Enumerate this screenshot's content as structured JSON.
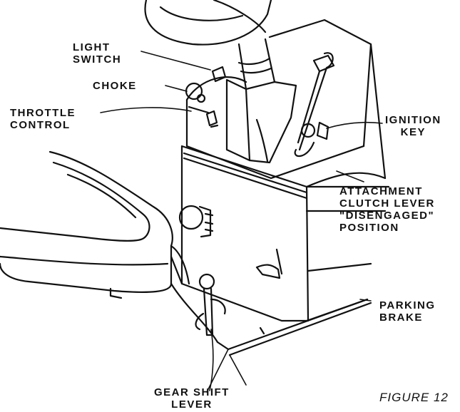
{
  "labels": {
    "light_switch": [
      "LIGHT",
      "SWITCH"
    ],
    "choke": [
      "CHOKE"
    ],
    "throttle_control": [
      "THROTTLE",
      "CONTROL"
    ],
    "ignition_key": [
      "IGNITION",
      "KEY"
    ],
    "attachment_clutch_lever": [
      "ATTACHMENT",
      "CLUTCH LEVER",
      "\"DISENGAGED\"",
      "POSITION"
    ],
    "parking_brake": [
      "PARKING",
      "BRAKE"
    ],
    "gear_shift_lever": [
      "GEAR SHIFT",
      "LEVER"
    ]
  },
  "caption": "FIGURE 12",
  "colors": {
    "ink": "#111111",
    "paper": "#ffffff"
  }
}
